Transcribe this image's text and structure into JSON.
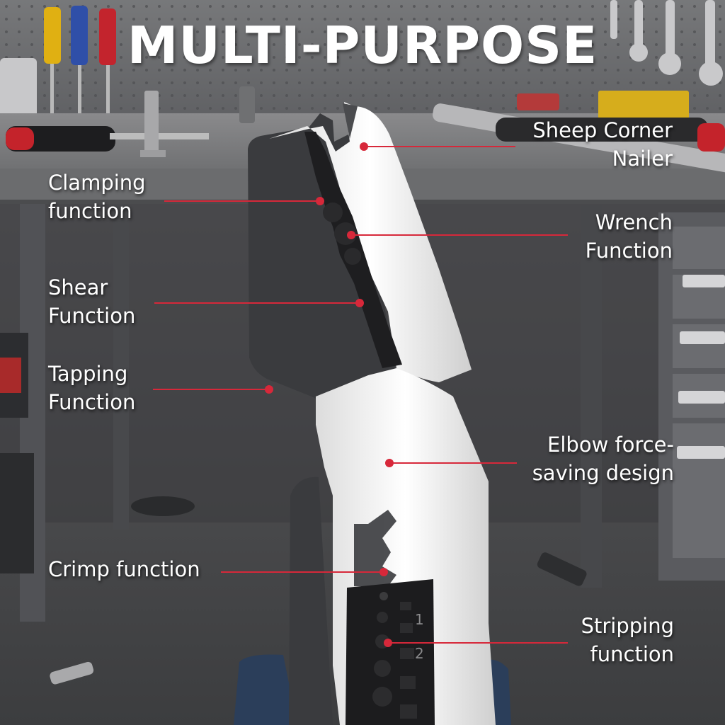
{
  "title": "MULTI-PURPOSE",
  "accent_color": "#d7283a",
  "callouts": [
    {
      "id": "sheep-corner-nailer",
      "text": "Sheep Corner\nNailer"
    },
    {
      "id": "clamping-function",
      "text": "Clamping\nfunction"
    },
    {
      "id": "wrench-function",
      "text": "Wrench\nFunction"
    },
    {
      "id": "shear-function",
      "text": "Shear\nFunction"
    },
    {
      "id": "tapping-function",
      "text": "Tapping\nFunction"
    },
    {
      "id": "elbow-force-saving-design",
      "text": "Elbow force-\nsaving design"
    },
    {
      "id": "crimp-function",
      "text": "Crimp function"
    },
    {
      "id": "stripping-function",
      "text": "Stripping\nfunction"
    }
  ],
  "stripping_die_marks": [
    "1",
    "2"
  ]
}
